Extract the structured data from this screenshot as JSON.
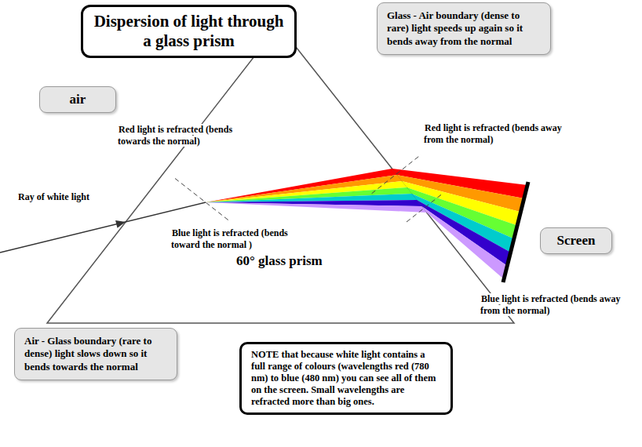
{
  "diagram": {
    "title": "Dispersion of light through a glass prism",
    "nodes": [
      {
        "text": [
          "air"
        ]
      },
      {
        "text": [
          "Glass - Air boundary (dense to rare) light speeds up again so it bends away from the normal"
        ]
      },
      {
        "text": [
          "Screen"
        ]
      },
      {
        "text": [
          "Air - Glass boundary (rare to dense) light slows down so it bends towards the normal"
        ]
      },
      {
        "text": [
          "NOTE that because white light contains a full range of colours (wavelengths red (780 nm) to blue (480 nm) you can see all of them on the screen. Small wavelengths are refracted more than big ones."
        ]
      }
    ],
    "labels": [
      "Ray of white light",
      "Red light is refracted (bends towards the normal)",
      "Blue light is refracted (bends toward the normal )",
      "Red light is refracted (bends away from the normal)",
      "Blue light is refracted (bends away from the normal)",
      "60° glass prism"
    ]
  }
}
